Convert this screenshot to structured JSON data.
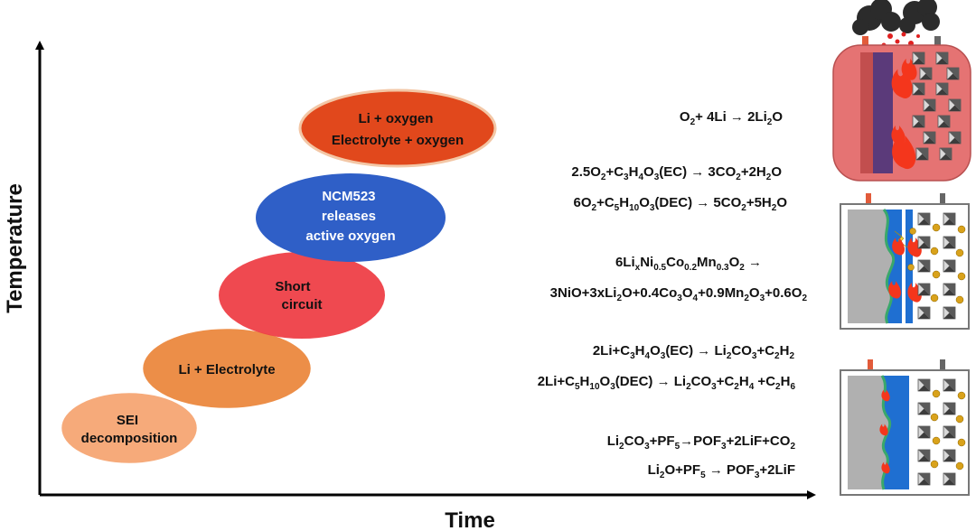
{
  "axes": {
    "y_label": "Temperature",
    "x_label": "Time"
  },
  "stages": [
    {
      "lines": [
        "SEI",
        "decomposition"
      ],
      "color": "#f6aa7a"
    },
    {
      "lines": [
        "Li + Electrolyte"
      ],
      "color": "#ec8e48"
    },
    {
      "lines": [
        "Short",
        "circuit"
      ],
      "color": "#ee3b43"
    },
    {
      "lines": [
        "NCM523",
        "releases",
        "active oxygen"
      ],
      "color": "#2f5fc7"
    },
    {
      "lines": [
        "Li + oxygen",
        "Electrolyte + oxygen"
      ],
      "color": "#e1481c"
    }
  ],
  "reactions": [
    {
      "html": "O<sub>2</sub>+ 4Li → 2Li<sub>2</sub>O"
    },
    {
      "html": "2.5O<sub>2</sub>+C<sub>3</sub>H<sub>4</sub>O<sub>3</sub>(EC) → 3CO<sub>2</sub>+2H<sub>2</sub>O"
    },
    {
      "html": "6O<sub>2</sub>+C<sub>5</sub>H<sub>10</sub>O<sub>3</sub>(DEC) → 5CO<sub>2</sub>+5H<sub>2</sub>O"
    },
    {
      "html": "6Li<sub>x</sub>Ni<sub>0.5</sub>Co<sub>0.2</sub>Mn<sub>0.3</sub>O<sub>2</sub> →"
    },
    {
      "html": "3NiO+3xLi<sub>2</sub>O+0.4Co<sub>3</sub>O<sub>4</sub>+0.9Mn<sub>2</sub>O<sub>3</sub>+0.6O<sub>2</sub>"
    },
    {
      "html": "2Li+C<sub>3</sub>H<sub>4</sub>O<sub>3</sub>(EC) → Li<sub>2</sub>CO<sub>3</sub>+C<sub>2</sub>H<sub>2</sub>"
    },
    {
      "html": "2Li+C<sub>5</sub>H<sub>10</sub>O<sub>3</sub>(DEC) → Li<sub>2</sub>CO<sub>3</sub>+C<sub>2</sub>H<sub>4</sub> +C<sub>2</sub>H<sub>6</sub>"
    },
    {
      "html": "Li<sub>2</sub>CO<sub>3</sub>+PF<sub>5</sub>→POF<sub>3</sub>+2LiF+CO<sub>2</sub>"
    },
    {
      "html": "Li<sub>2</sub>O+PF<sub>5</sub> → POF<sub>3</sub>+2LiF"
    }
  ],
  "colors": {
    "axis": "#000000",
    "cell_case": "#e57373",
    "separator_blue": "#1f6fd1",
    "sei_green": "#3aa86b",
    "flame": "#f4361c",
    "smoke": "#2b2b2b",
    "tab_red": "#e25b3a",
    "tab_gray": "#666666"
  },
  "icons": [
    "thermal-runaway-cell-icon",
    "short-circuit-cell-icon",
    "sei-cell-icon"
  ]
}
